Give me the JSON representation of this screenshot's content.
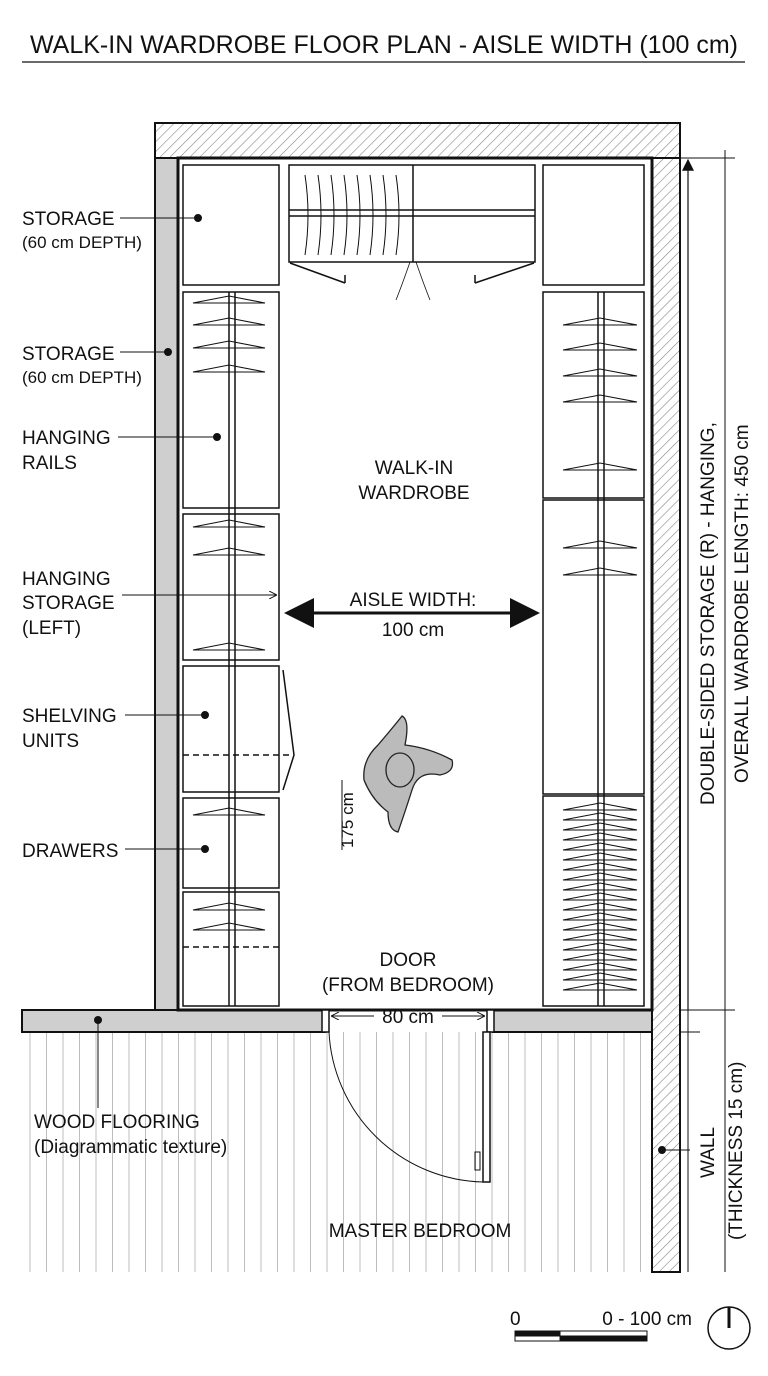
{
  "title": "WALK-IN WARDROBE FLOOR PLAN - AISLE WIDTH (100 cm)",
  "labels": {
    "storage1": {
      "line1": "STORAGE",
      "line2": "(60 cm DEPTH)"
    },
    "storage2": {
      "line1": "STORAGE",
      "line2": "(60 cm DEPTH)"
    },
    "hanging_rails": {
      "line1": "HANGING",
      "line2": "RAILS"
    },
    "hanging_storage": {
      "line1": "HANGING",
      "line2": "STORAGE",
      "line3": "(LEFT)"
    },
    "shelving": {
      "line1": "SHELVING",
      "line2": "UNITS"
    },
    "drawers": "DRAWERS",
    "walkin": {
      "line1": "WALK-IN",
      "line2": "WARDROBE"
    },
    "aisle": {
      "line1": "AISLE WIDTH:",
      "line2": "100 cm"
    },
    "person_height": "175 cm",
    "door": {
      "line1": "DOOR",
      "line2": "(FROM BEDROOM)",
      "width": "80 cm"
    },
    "flooring": {
      "line1": "WOOD FLOORING",
      "line2": "(Diagrammatic texture)"
    },
    "bedroom": "MASTER BEDROOM",
    "wall": {
      "line1": "WALL",
      "line2": "(THICKNESS 15 cm)"
    },
    "right_dim": {
      "line1": "DOUBLE-SIDED STORAGE (R) - HANGING,",
      "line2": "OVERALL WARDROBE LENGTH: 450 cm"
    }
  },
  "scale": {
    "start": "0",
    "end": "0 - 100 cm"
  },
  "colors": {
    "wall_fill": "#cfcfcf",
    "line": "#111111",
    "floor_line": "#bdbdbd"
  }
}
